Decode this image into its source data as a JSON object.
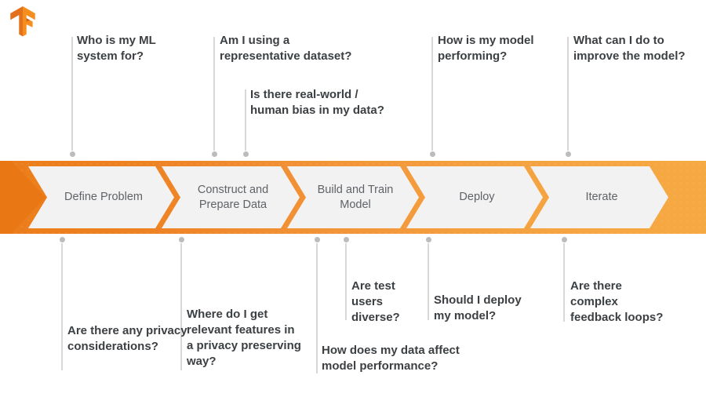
{
  "icons": {
    "logo": "tensorflow-logo"
  },
  "pipeline": {
    "stages": [
      {
        "label": "Define Problem"
      },
      {
        "label": "Construct and Prepare Data"
      },
      {
        "label": "Build and Train Model"
      },
      {
        "label": "Deploy"
      },
      {
        "label": "Iterate"
      }
    ]
  },
  "questions": {
    "top": [
      {
        "text": "Who is my ML system for?"
      },
      {
        "text": "Am I using a representative dataset?"
      },
      {
        "text": "Is there real-world / human bias in my data?"
      },
      {
        "text": "How is my model performing?"
      },
      {
        "text": "What can I do to improve the model?"
      }
    ],
    "bottom": [
      {
        "text": "Are there any privacy considerations?"
      },
      {
        "text": "Where do I get relevant features in a privacy preserving way?"
      },
      {
        "text": "How does my data affect model performance?"
      },
      {
        "text": "Are test users diverse?"
      },
      {
        "text": "Should I deploy my model?"
      },
      {
        "text": "Are there complex feedback loops?"
      }
    ]
  },
  "colors": {
    "band_gradient_start": "#ec7d1b",
    "band_gradient_end": "#f6a843",
    "lead_arrow": "#e97713",
    "chevron_fill": "#f2f2f2",
    "stage_text": "#5f6368",
    "question_text": "#3c4043",
    "connector_line": "#d8d8d8",
    "connector_dot": "#bcbcbc",
    "logo_orange": "#f68e1e",
    "logo_dark_orange": "#e3701d"
  }
}
